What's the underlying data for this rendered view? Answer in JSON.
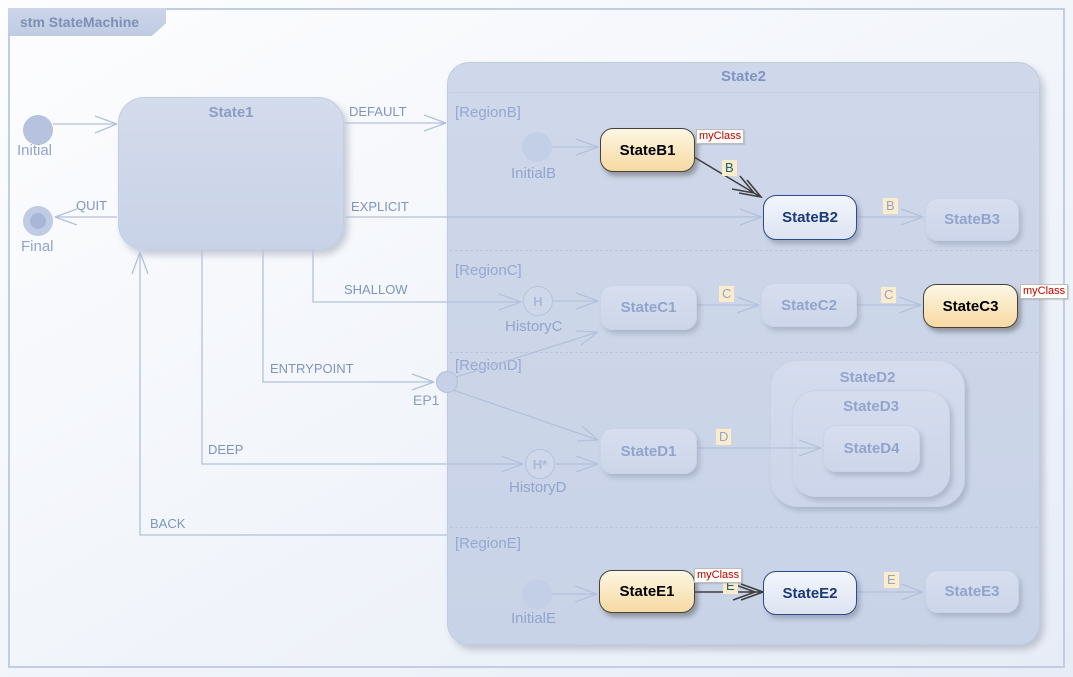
{
  "frame": {
    "title": "stm StateMachine"
  },
  "colors": {
    "container_fill": "#ccd5e8",
    "faded_text": "#93a4cc",
    "active_orange_fill": "#f7d9a2",
    "active_dark_border": "#45443c",
    "navy_border": "#2c4a8e",
    "navy_text": "#1c3a78",
    "stereotype_red": "#c00000",
    "event_label_bg": "#fceccb",
    "line_faded": "#b3c1dc",
    "line_dark": "#3f3f3f"
  },
  "nodes": {
    "initial": {
      "label": "Initial"
    },
    "final": {
      "label": "Final"
    },
    "state1": {
      "label": "State1"
    },
    "state2": {
      "label": "State2"
    },
    "ep1": {
      "label": "EP1"
    },
    "initialB": {
      "label": "InitialB"
    },
    "initialE": {
      "label": "InitialE"
    },
    "historyC": {
      "label": "HistoryC",
      "glyph": "H"
    },
    "historyD": {
      "label": "HistoryD",
      "glyph": "H*"
    }
  },
  "regions": {
    "b": "[RegionB]",
    "c": "[RegionC]",
    "d": "[RegionD]",
    "e": "[RegionE]"
  },
  "states": {
    "b1": "StateB1",
    "b2": "StateB2",
    "b3": "StateB3",
    "c1": "StateC1",
    "c2": "StateC2",
    "c3": "StateC3",
    "d1": "StateD1",
    "d2": "StateD2",
    "d3": "StateD3",
    "d4": "StateD4",
    "e1": "StateE1",
    "e2": "StateE2",
    "e3": "StateE3"
  },
  "transitions": {
    "default": "DEFAULT",
    "explicit": "EXPLICIT",
    "quit": "QUIT",
    "shallow": "SHALLOW",
    "entrypoint": "ENTRYPOINT",
    "deep": "DEEP",
    "back": "BACK",
    "event_b1_b2": "B",
    "event_b2_b3": "B",
    "event_c1_c2": "C",
    "event_c2_c3": "C",
    "event_d1_d4": "D",
    "event_e1_e2": "E",
    "event_e2_e3": "E"
  },
  "stereotypes": {
    "b1": "myClass",
    "c3": "myClass",
    "e1": "myClass"
  }
}
